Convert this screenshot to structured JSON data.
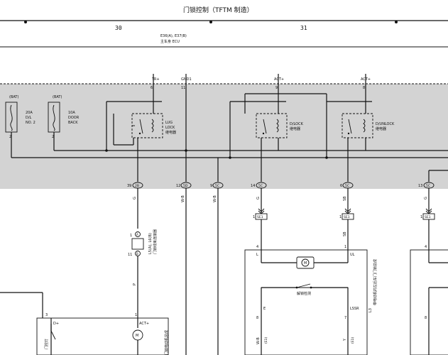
{
  "title": "门锁控制（TFTM 制造）",
  "columns": [
    "30",
    "31"
  ],
  "ecu": {
    "line1": "E36(A), E37(B)",
    "line2": "主车身 ECU"
  },
  "ecu_pins": [
    {
      "name": "TR+",
      "num": "6"
    },
    {
      "name": "GND1",
      "num": "11"
    },
    {
      "name": "ACT+",
      "num": "9"
    },
    {
      "name": "ACT+",
      "num": "8"
    }
  ],
  "fuses": [
    {
      "source": "(BAT)",
      "label1": "20A",
      "label2": "D/L",
      "label3": "NO. 2",
      "pin": "2"
    },
    {
      "source": "(BAT)",
      "label1": "10A",
      "label2": "DOOR",
      "label3": "BACK",
      "pin": "2"
    }
  ],
  "relays": [
    {
      "label1": "LUG",
      "label2": "LOCK",
      "label3": "继电器"
    },
    {
      "label1": "D/LOCK",
      "label2": "继电器"
    },
    {
      "label1": "D/UNLOCK",
      "label2": "继电器"
    }
  ],
  "connectors": [
    {
      "pin": "39",
      "id": "2B"
    },
    {
      "pin": "12",
      "id": "5D"
    },
    {
      "pin": "9",
      "id": "5C"
    },
    {
      "pin": "14",
      "id": "5C"
    },
    {
      "pin": "6",
      "id": "5C"
    },
    {
      "pin": "13",
      "id": "5C"
    }
  ],
  "wire_codes": [
    "G",
    "W-B",
    "W-B",
    "G",
    "SB",
    "SB",
    "G",
    "P"
  ],
  "junctions": [
    {
      "pin": "1",
      "id": "SE1"
    },
    {
      "pin": "1",
      "id": "SE1"
    },
    {
      "pin": "1",
      "id": "SE1"
    }
  ],
  "lug_connector": {
    "pins_top": [
      "1",
      "A"
    ],
    "pins_bottom": [
      "11",
      "B"
    ],
    "label": "L5(A), L6(B)",
    "sub": "门锁线束连接器"
  },
  "door_actuator": {
    "pin_l": "4",
    "label_l": "L",
    "pin_ul": "1",
    "label_ul": "UL",
    "pin_e": "8",
    "label_e": "E",
    "pin_lsr": "7",
    "label_lsr": "LSSR",
    "motor": "M",
    "sensor": "解锁检测",
    "side_label": "带电动机的左后车门门锁总成",
    "conn_code": "L3",
    "wire_e": "W-B",
    "wire_lsr": "Y",
    "split_e": "(E1)",
    "split_lsr": "(E1)"
  },
  "right_actuator": {
    "pin_top": "4",
    "pin_b": "4",
    "pin_c": "8"
  },
  "back_door": {
    "switch_pin": "3",
    "switch_label": "门控灯",
    "d_pin": "D+",
    "motor_pin": "1",
    "act": "ACT+",
    "motor": "M",
    "label": "门锁电动机总成"
  }
}
